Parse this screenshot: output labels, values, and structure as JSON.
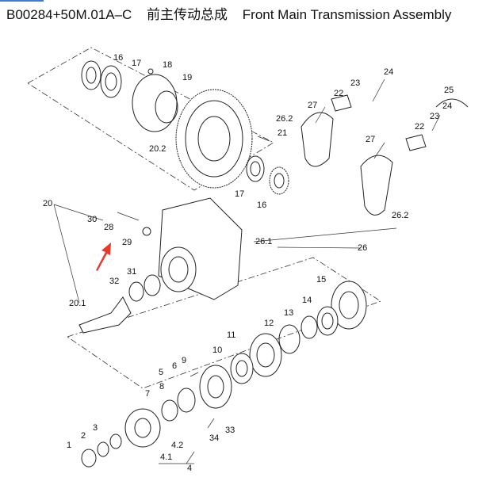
{
  "title": {
    "code": "B00284+50M.01A–C",
    "chinese": "前主传动总成",
    "english": "Front Main Transmission Assembly"
  },
  "labels": [
    "16",
    "17",
    "18",
    "19",
    "20.2",
    "21",
    "17",
    "16",
    "27",
    "26.2",
    "22",
    "23",
    "24",
    "25",
    "24",
    "23",
    "22",
    "27",
    "26.2",
    "26.1",
    "26",
    "20",
    "30",
    "28",
    "29",
    "31",
    "32",
    "20.1",
    "15",
    "14",
    "13",
    "12",
    "11",
    "10",
    "9",
    "6",
    "5",
    "8",
    "7",
    "3",
    "2",
    "1",
    "33",
    "34",
    "4.2",
    "4.1",
    "4"
  ],
  "colors": {
    "arrow": "#e8392b"
  }
}
